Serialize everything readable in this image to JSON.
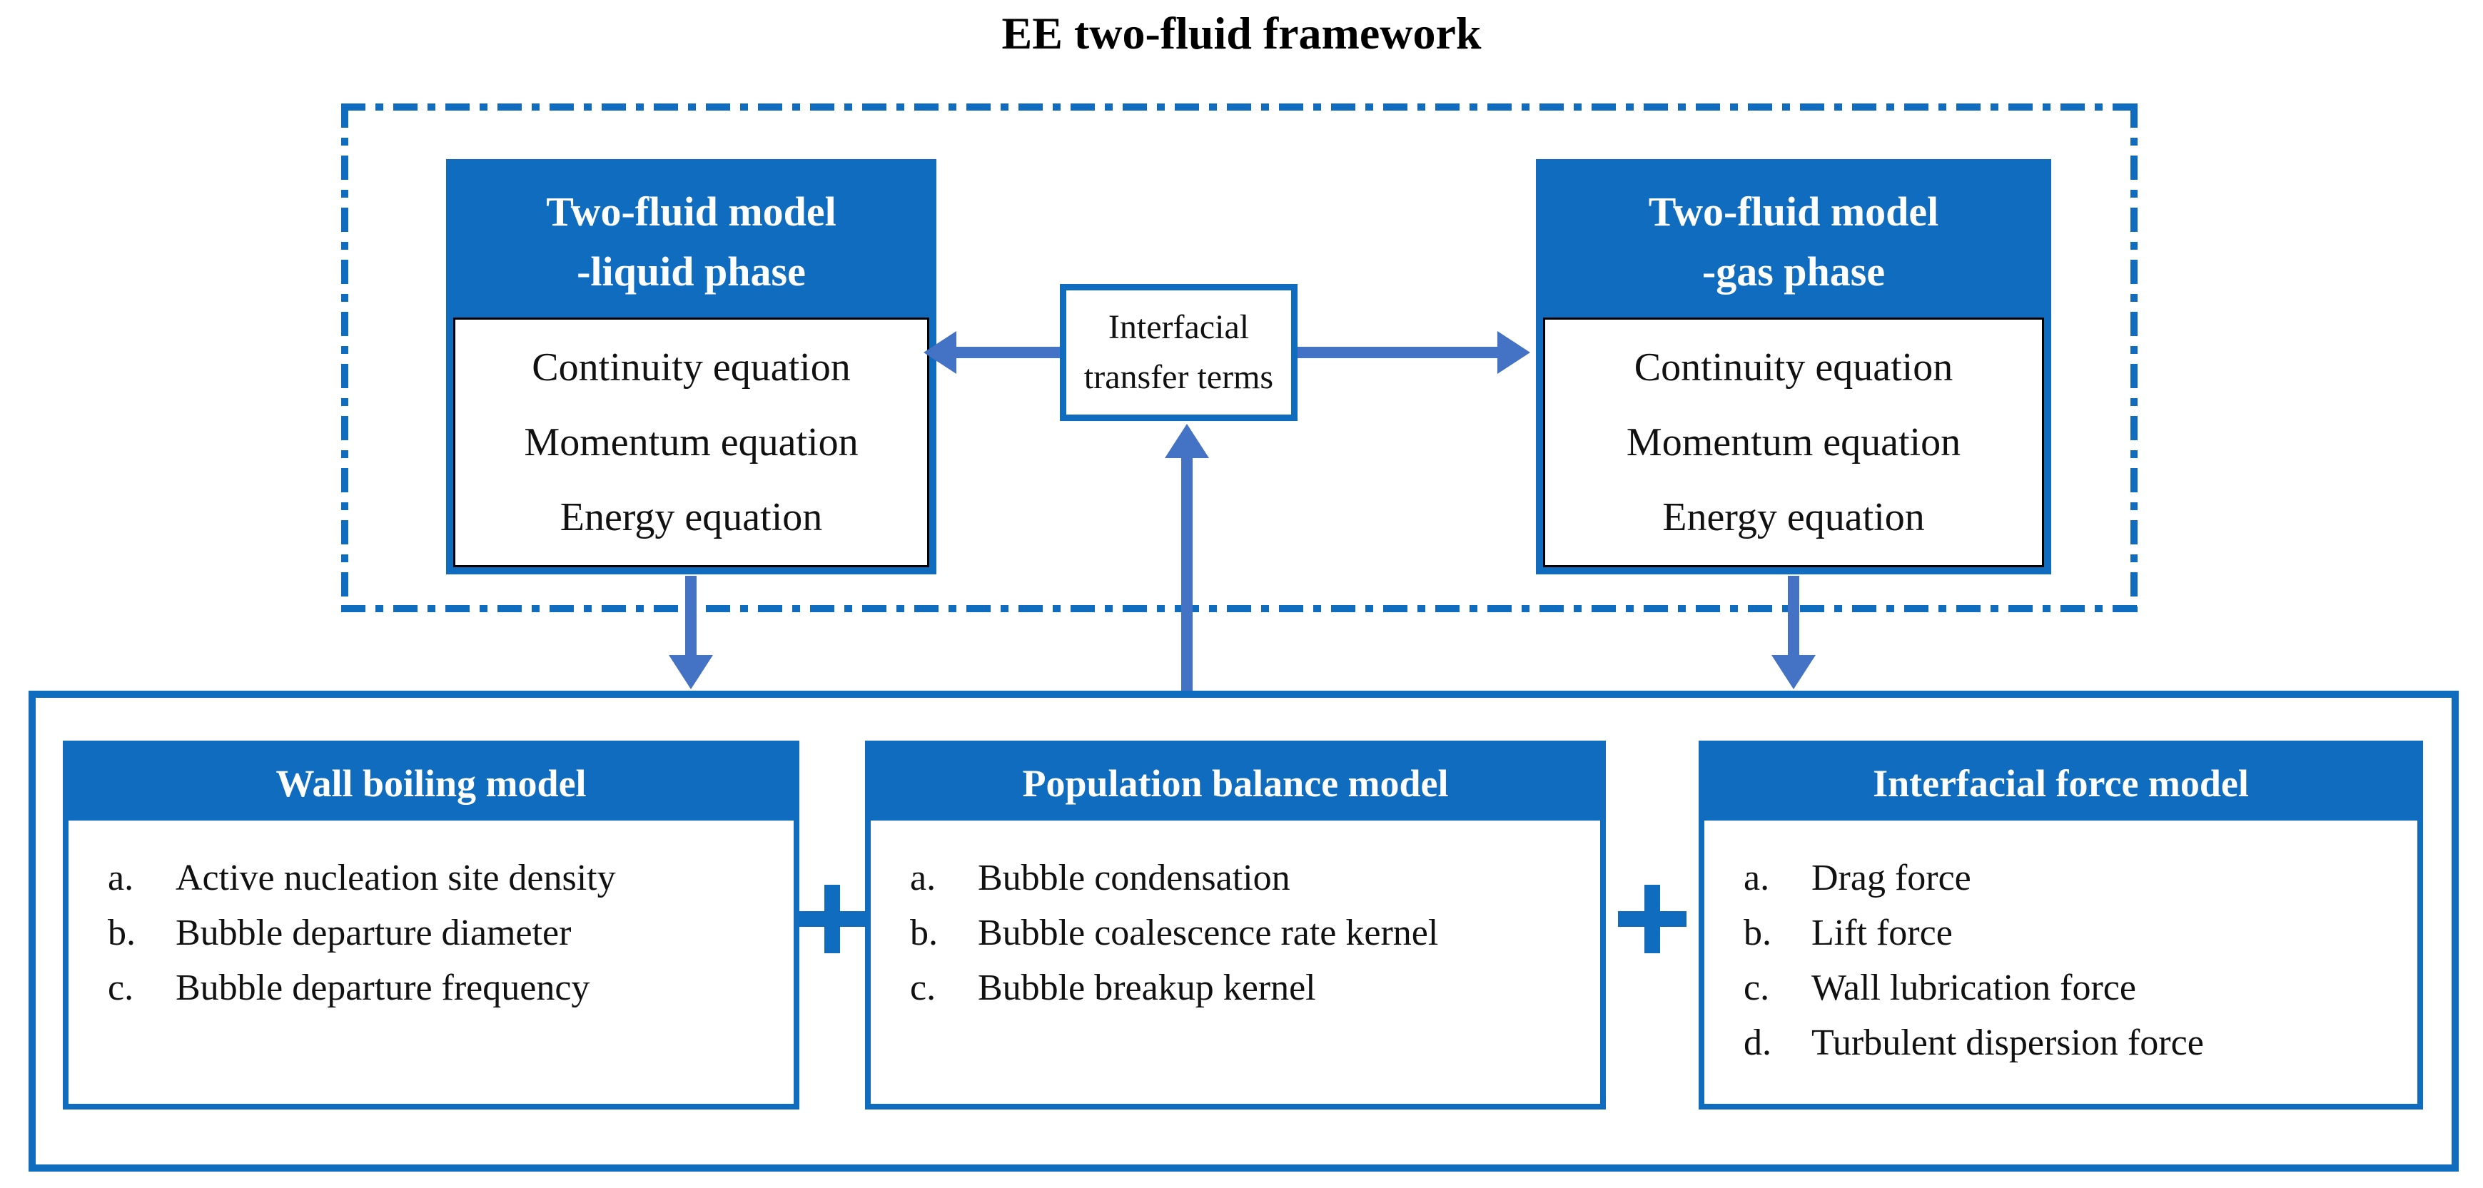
{
  "title": "EE two-fluid framework",
  "colors": {
    "primary_blue": "#0F6CBF",
    "arrow_blue": "#4472C4",
    "text_black": "#111111",
    "header_text_white": "#FFFFFF"
  },
  "framework": {
    "liquid_box": {
      "title_line1": "Two-fluid model",
      "title_line2": "-liquid phase",
      "items": [
        "Continuity equation",
        "Momentum equation",
        "Energy equation"
      ]
    },
    "gas_box": {
      "title_line1": "Two-fluid model",
      "title_line2": "-gas phase",
      "items": [
        "Continuity equation",
        "Momentum equation",
        "Energy equation"
      ]
    },
    "interfacial_box": {
      "line1": "Interfacial",
      "line2": "transfer terms"
    }
  },
  "submodels": {
    "plus_sign": "+",
    "wall_boiling": {
      "title": "Wall boiling model",
      "items": [
        {
          "label": "a.",
          "text": "Active nucleation site density"
        },
        {
          "label": "b.",
          "text": "Bubble departure diameter"
        },
        {
          "label": "c.",
          "text": "Bubble departure frequency"
        }
      ]
    },
    "population_balance": {
      "title": "Population balance model",
      "items": [
        {
          "label": "a.",
          "text": "Bubble condensation"
        },
        {
          "label": "b.",
          "text": "Bubble coalescence rate kernel"
        },
        {
          "label": "c.",
          "text": "Bubble breakup kernel"
        }
      ]
    },
    "interfacial_force": {
      "title": "Interfacial force model",
      "items": [
        {
          "label": "a.",
          "text": "Drag force"
        },
        {
          "label": "b.",
          "text": "Lift force"
        },
        {
          "label": "c.",
          "text": "Wall lubrication force"
        },
        {
          "label": "d.",
          "text": "Turbulent dispersion force"
        }
      ]
    }
  }
}
